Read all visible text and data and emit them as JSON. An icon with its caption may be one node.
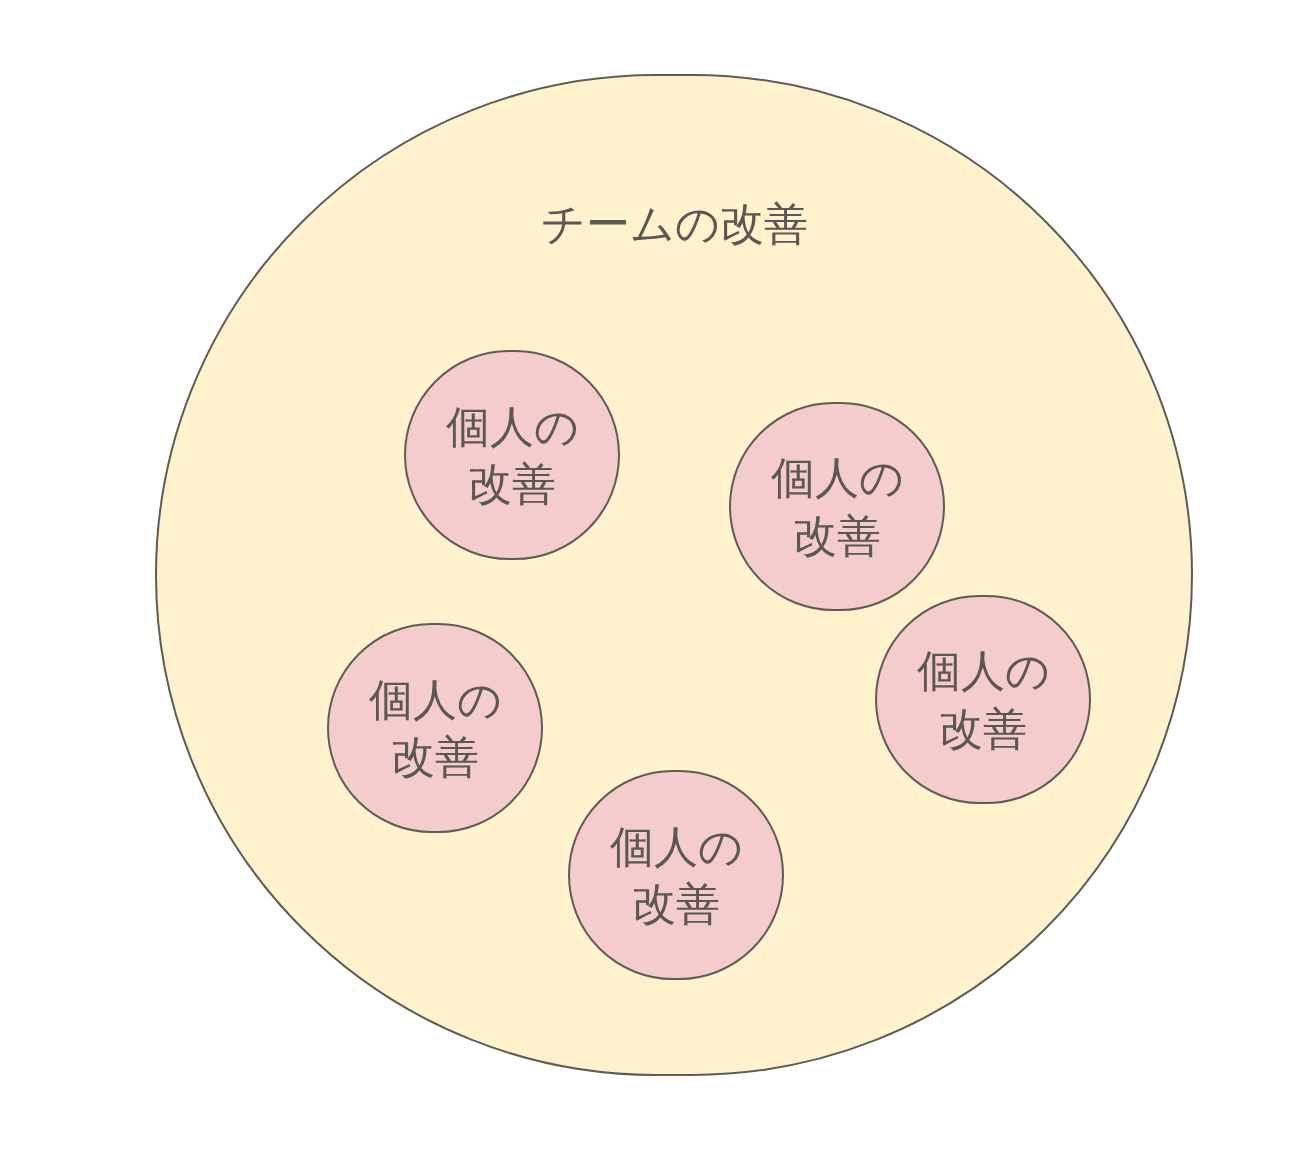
{
  "diagram": {
    "nodes": [
      {
        "text": [
          "チームの改善"
        ]
      },
      {
        "text": [
          "個人の改善"
        ],
        "in": 0
      },
      {
        "text": [
          "個人の改善"
        ],
        "in": 0
      },
      {
        "text": [
          "個人の改善"
        ],
        "in": 0
      },
      {
        "text": [
          "個人の改善"
        ],
        "in": 0
      },
      {
        "text": [
          "個人の改善"
        ],
        "in": 0
      }
    ]
  }
}
